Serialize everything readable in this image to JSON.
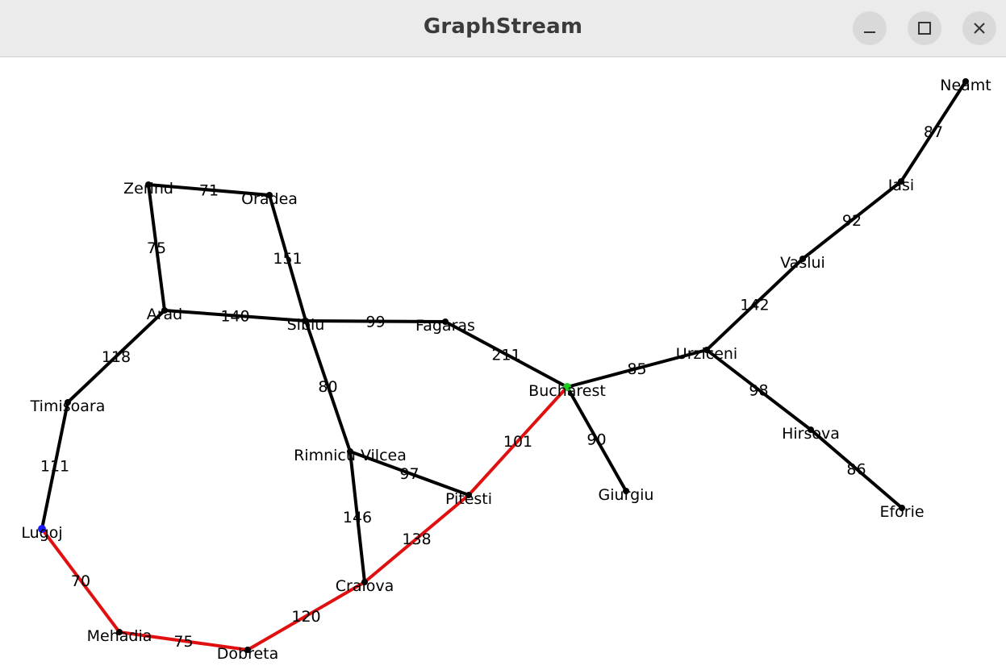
{
  "window": {
    "title": "GraphStream",
    "controls": [
      {
        "name": "minimize-button",
        "icon": "minimize-icon"
      },
      {
        "name": "maximize-button",
        "icon": "maximize-icon"
      },
      {
        "name": "close-button",
        "icon": "close-icon"
      }
    ]
  },
  "colors": {
    "edge_default": "#000000",
    "edge_path": "#e01010",
    "node_default": "#000000",
    "node_start": "#22cc22",
    "node_goal": "#1a1aff",
    "titlebar": "#ebebeb"
  },
  "graph": {
    "nodes": [
      {
        "id": "Neamt",
        "label": "Neamt"
      },
      {
        "id": "Iasi",
        "label": "Iasi"
      },
      {
        "id": "Vaslui",
        "label": "Vaslui"
      },
      {
        "id": "Urziceni",
        "label": "Urziceni"
      },
      {
        "id": "Hirsova",
        "label": "Hirsova"
      },
      {
        "id": "Eforie",
        "label": "Eforie"
      },
      {
        "id": "Bucharest",
        "label": "Bucharest",
        "state": "start"
      },
      {
        "id": "Giurgiu",
        "label": "Giurgiu"
      },
      {
        "id": "Fagaras",
        "label": "Fagaras"
      },
      {
        "id": "Sibiu",
        "label": "Sibiu"
      },
      {
        "id": "Arad",
        "label": "Arad"
      },
      {
        "id": "Zerind",
        "label": "Zerind"
      },
      {
        "id": "Oradea",
        "label": "Oradea"
      },
      {
        "id": "Timisoara",
        "label": "Timisoara"
      },
      {
        "id": "Lugoj",
        "label": "Lugoj",
        "state": "goal"
      },
      {
        "id": "Mehadia",
        "label": "Mehadia"
      },
      {
        "id": "Dobreta",
        "label": "Dobreta"
      },
      {
        "id": "Craiova",
        "label": "Craiova"
      },
      {
        "id": "RimnicuVilcea",
        "label": "Rimnicu Vilcea"
      },
      {
        "id": "Pitesti",
        "label": "Pitesti"
      }
    ],
    "edges": [
      {
        "from": "Neamt",
        "to": "Iasi",
        "weight": "87"
      },
      {
        "from": "Iasi",
        "to": "Vaslui",
        "weight": "92"
      },
      {
        "from": "Vaslui",
        "to": "Urziceni",
        "weight": "142"
      },
      {
        "from": "Urziceni",
        "to": "Hirsova",
        "weight": "98"
      },
      {
        "from": "Hirsova",
        "to": "Eforie",
        "weight": "86"
      },
      {
        "from": "Urziceni",
        "to": "Bucharest",
        "weight": "85"
      },
      {
        "from": "Bucharest",
        "to": "Giurgiu",
        "weight": "90"
      },
      {
        "from": "Fagaras",
        "to": "Bucharest",
        "weight": "211"
      },
      {
        "from": "Sibiu",
        "to": "Fagaras",
        "weight": "99"
      },
      {
        "from": "Arad",
        "to": "Sibiu",
        "weight": "140"
      },
      {
        "from": "Zerind",
        "to": "Oradea",
        "weight": "71"
      },
      {
        "from": "Zerind",
        "to": "Arad",
        "weight": "75"
      },
      {
        "from": "Oradea",
        "to": "Sibiu",
        "weight": "151"
      },
      {
        "from": "Arad",
        "to": "Timisoara",
        "weight": "118"
      },
      {
        "from": "Timisoara",
        "to": "Lugoj",
        "weight": "111"
      },
      {
        "from": "Sibiu",
        "to": "RimnicuVilcea",
        "weight": "80"
      },
      {
        "from": "RimnicuVilcea",
        "to": "Pitesti",
        "weight": "97"
      },
      {
        "from": "RimnicuVilcea",
        "to": "Craiova",
        "weight": "146"
      },
      {
        "from": "Pitesti",
        "to": "Bucharest",
        "weight": "101",
        "path": true
      },
      {
        "from": "Craiova",
        "to": "Pitesti",
        "weight": "138",
        "path": true
      },
      {
        "from": "Dobreta",
        "to": "Craiova",
        "weight": "120",
        "path": true
      },
      {
        "from": "Mehadia",
        "to": "Dobreta",
        "weight": "75",
        "path": true
      },
      {
        "from": "Lugoj",
        "to": "Mehadia",
        "weight": "70",
        "path": true
      }
    ]
  }
}
